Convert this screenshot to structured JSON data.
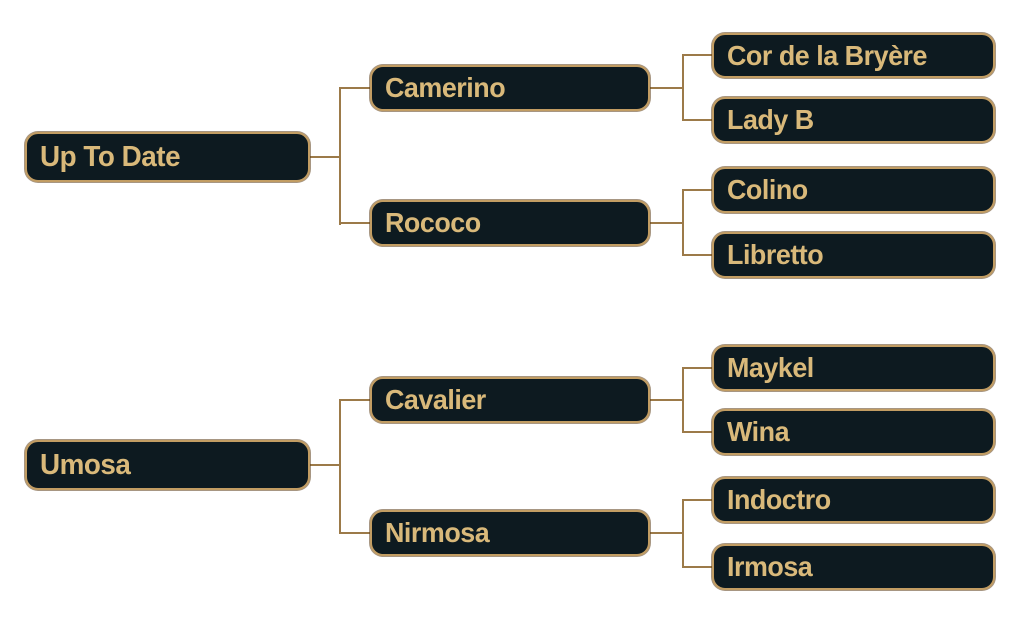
{
  "diagram": {
    "kind": "pedigree-tree",
    "colors": {
      "background": "#ffffff",
      "box_fill": "#0d1a20",
      "box_border": "#c29d63",
      "text": "#d9b97a",
      "connector": "#9c7a49"
    }
  },
  "trees": [
    {
      "root": "Up To Date",
      "children": [
        {
          "label": "Camerino",
          "children": [
            {
              "label": "Cor de la Bryère"
            },
            {
              "label": "Lady B"
            }
          ]
        },
        {
          "label": "Rococo",
          "children": [
            {
              "label": "Colino"
            },
            {
              "label": "Libretto"
            }
          ]
        }
      ]
    },
    {
      "root": "Umosa",
      "children": [
        {
          "label": "Cavalier",
          "children": [
            {
              "label": "Maykel"
            },
            {
              "label": "Wina"
            }
          ]
        },
        {
          "label": "Nirmosa",
          "children": [
            {
              "label": "Indoctro"
            },
            {
              "label": "Irmosa"
            }
          ]
        }
      ]
    }
  ]
}
